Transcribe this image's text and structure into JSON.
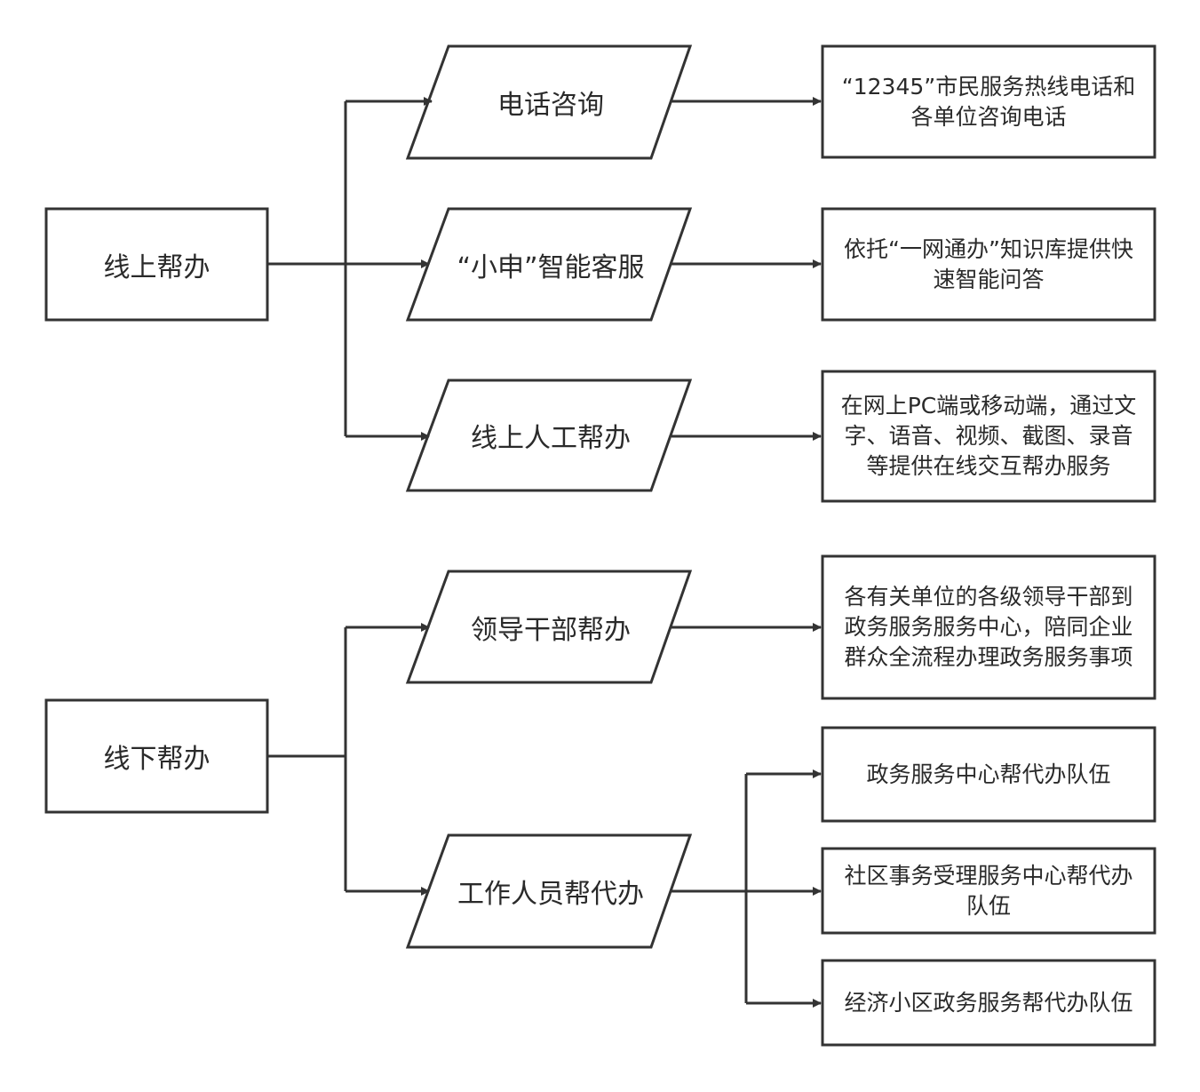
{
  "diagram": {
    "line_color": "#333333",
    "online": {
      "root_label": "线上帮办",
      "branches": [
        {
          "label": "电话咨询",
          "detail": "“12345”市民服务热线电话和各单位咨询电话"
        },
        {
          "label": "“小申”智能客服",
          "detail": "依托“一网通办”知识库提供快速智能问答"
        },
        {
          "label": "线上人工帮办",
          "detail": "在网上PC端或移动端，通过文字、语音、视频、截图、录音等提供在线交互帮办服务"
        }
      ]
    },
    "offline": {
      "root_label": "线下帮办",
      "branches": [
        {
          "label": "领导干部帮办",
          "detail": "各有关单位的各级领导干部到政务服务服务中心，陪同企业群众全流程办理政务服务事项"
        },
        {
          "label": "工作人员帮代办",
          "details": [
            "政务服务中心帮代办队伍",
            "社区事务受理服务中心帮代办队伍",
            "经济小区政务服务帮代办队伍"
          ]
        }
      ]
    }
  }
}
